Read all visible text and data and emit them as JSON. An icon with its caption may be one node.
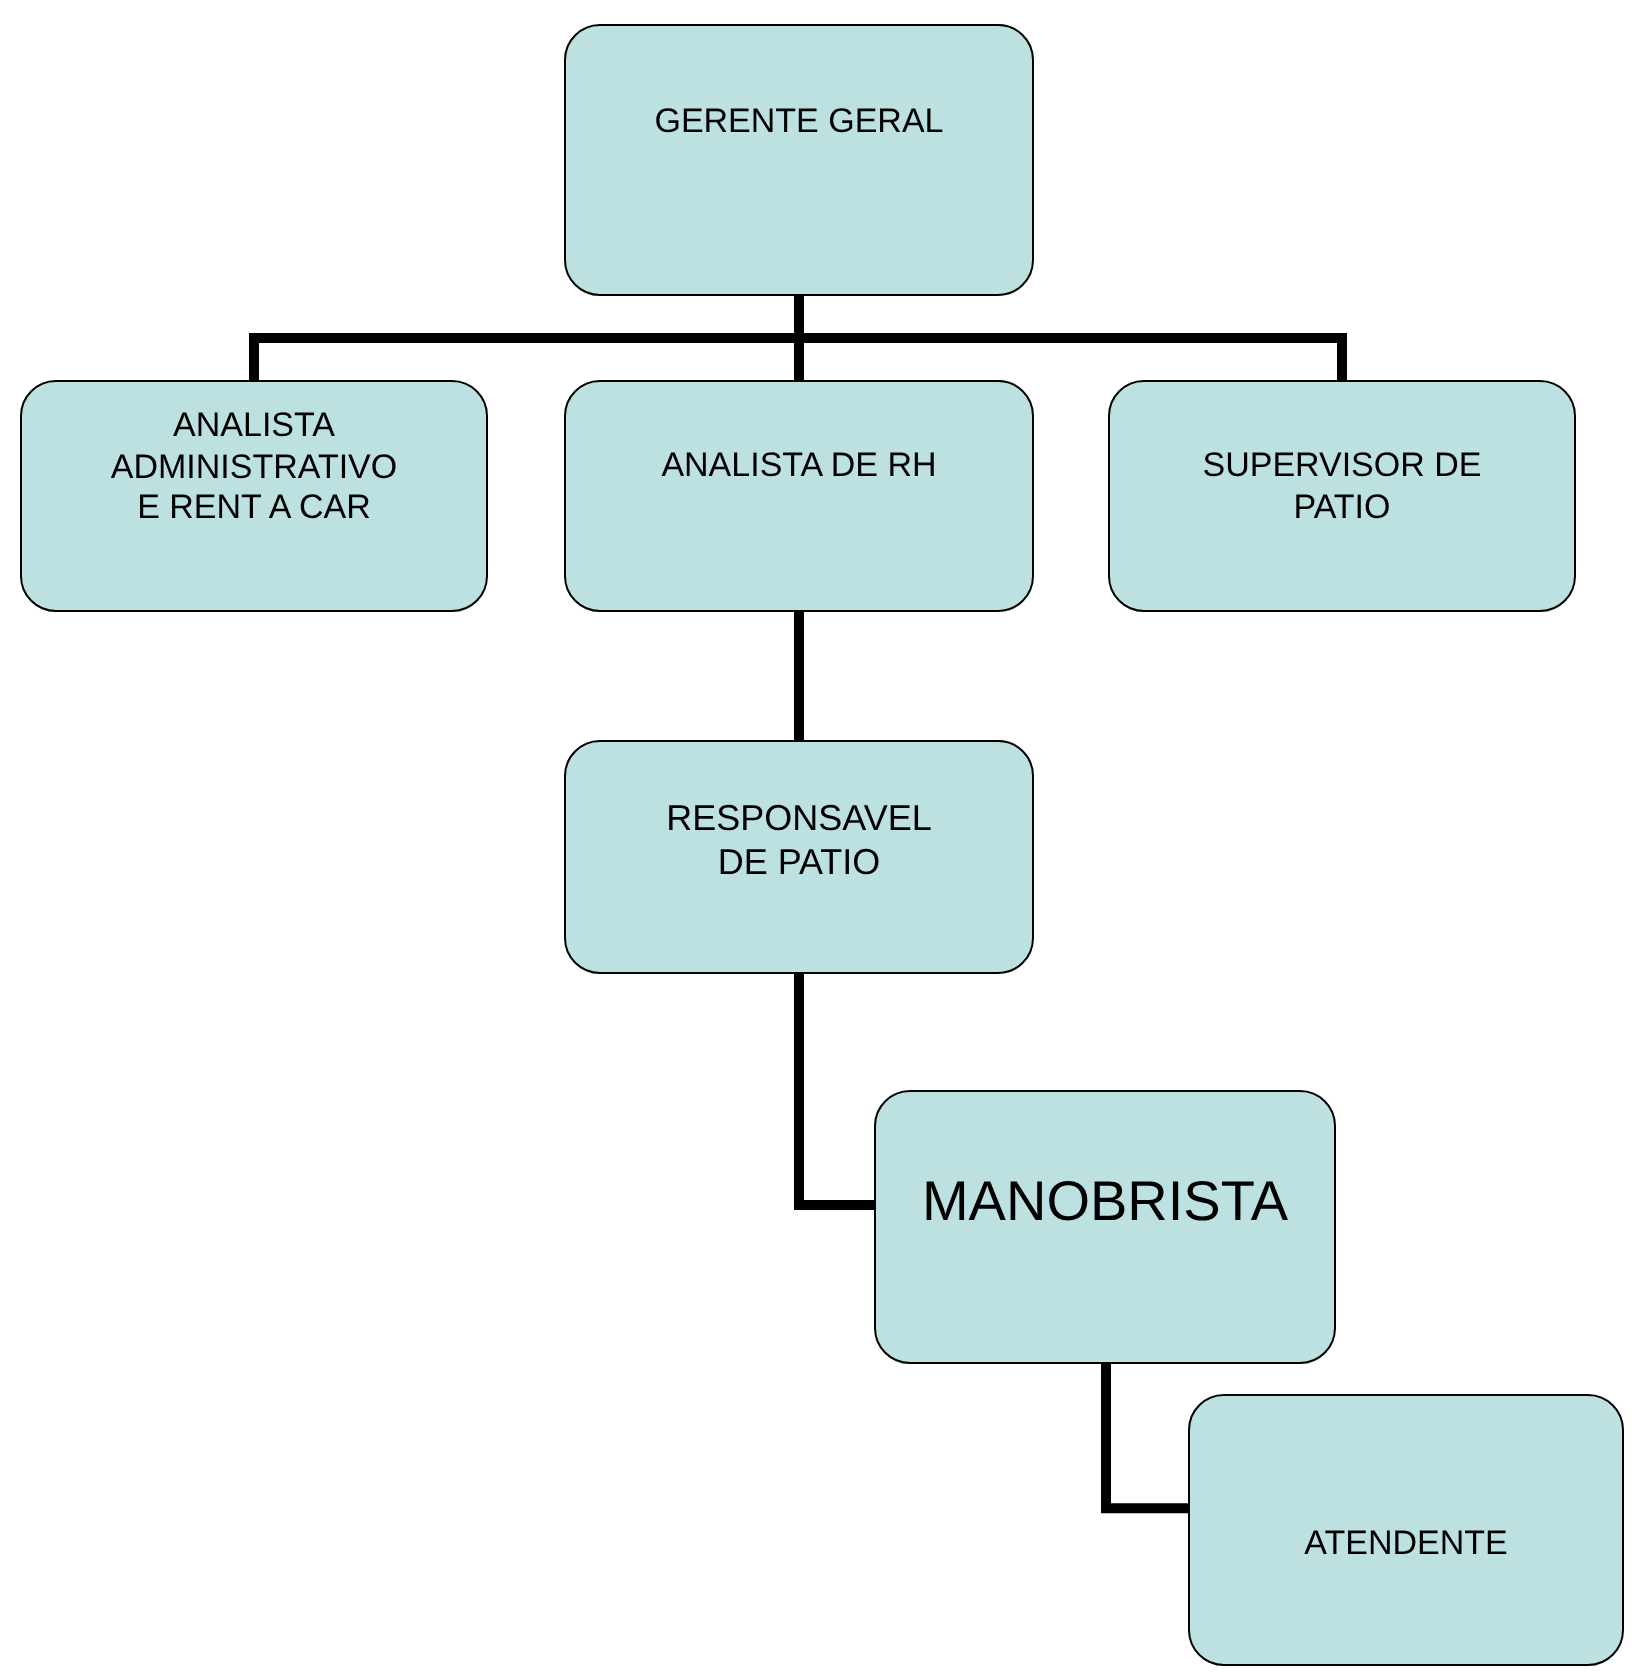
{
  "diagram": {
    "nodes": [
      {
        "text": [
          "GERENTE GERAL"
        ]
      },
      {
        "text": [
          "ANALISTA ADMINISTRATIVO E RENT A CAR"
        ]
      },
      {
        "text": [
          "ANALISTA DE RH"
        ]
      },
      {
        "text": [
          "SUPERVISOR DE PATIO"
        ]
      },
      {
        "text": [
          "RESPONSAVEL DE PATIO"
        ]
      },
      {
        "text": [
          "MANOBRISTA"
        ]
      },
      {
        "text": [
          "ATENDENTE"
        ]
      }
    ],
    "edges": [
      {
        "from": 0,
        "to": 1,
        "arrow": "none"
      },
      {
        "from": 0,
        "to": 2,
        "arrow": "none"
      },
      {
        "from": 0,
        "to": 3,
        "arrow": "none"
      },
      {
        "from": 2,
        "to": 4,
        "arrow": "none"
      },
      {
        "from": 4,
        "to": 5,
        "arrow": "none"
      },
      {
        "from": 5,
        "to": 6,
        "arrow": "none"
      }
    ]
  }
}
